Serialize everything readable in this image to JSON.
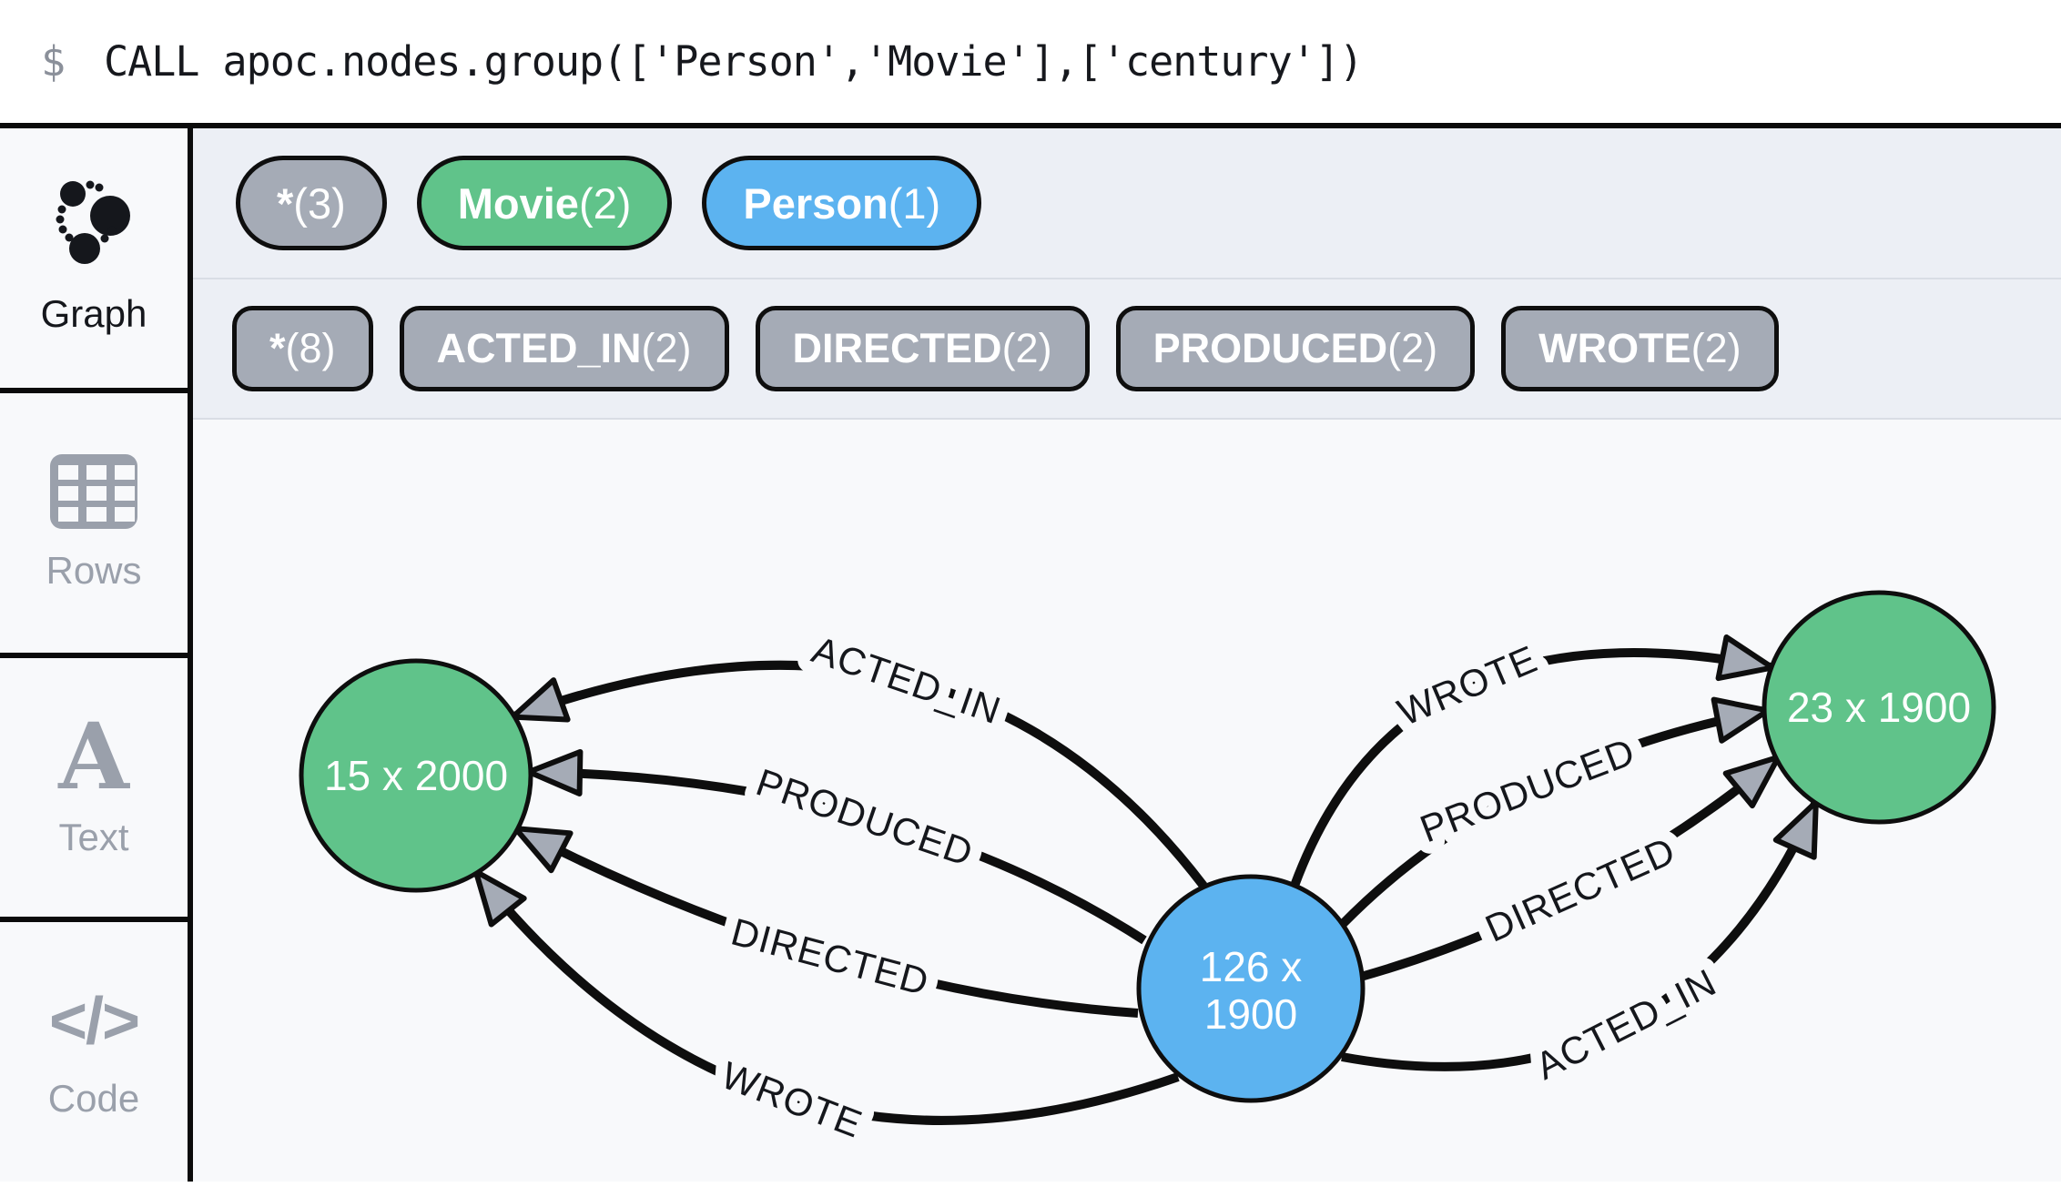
{
  "command_bar": {
    "prompt": "$",
    "query": "CALL apoc.nodes.group(['Person','Movie'],['century'])"
  },
  "sidebar": {
    "tabs": [
      {
        "label": "Graph",
        "icon": "neo4j-graph-icon",
        "active": true
      },
      {
        "label": "Rows",
        "icon": "table-grid-icon",
        "active": false
      },
      {
        "label": "Text",
        "icon": "letter-a-icon",
        "active": false
      },
      {
        "label": "Code",
        "icon": "code-brackets-icon",
        "active": false
      }
    ],
    "icons": {
      "text_glyph": "A",
      "code_glyph": "</>"
    }
  },
  "overview": {
    "node_labels": [
      {
        "name": "*",
        "count": "(3)",
        "color": "#a5abb6"
      },
      {
        "name": "Movie",
        "count": "(2)",
        "color": "#60c38a"
      },
      {
        "name": "Person",
        "count": "(1)",
        "color": "#5cb3f0"
      }
    ],
    "relationship_types": [
      {
        "name": "*",
        "count": "(8)"
      },
      {
        "name": "ACTED_IN",
        "count": "(2)"
      },
      {
        "name": "DIRECTED",
        "count": "(2)"
      },
      {
        "name": "PRODUCED",
        "count": "(2)"
      },
      {
        "name": "WROTE",
        "count": "(2)"
      }
    ],
    "relationship_color": "#a5abb6"
  },
  "graph": {
    "nodes": [
      {
        "lines": [
          "15 x 2000"
        ],
        "color": "#60c38a"
      },
      {
        "lines": [
          "126 x",
          "1900"
        ],
        "color": "#5cb3f0"
      },
      {
        "lines": [
          "23 x 1900"
        ],
        "color": "#60c38a"
      }
    ],
    "edges": [
      {
        "label": "ACTED_IN",
        "from": 1,
        "to": 0
      },
      {
        "label": "PRODUCED",
        "from": 1,
        "to": 0
      },
      {
        "label": "DIRECTED",
        "from": 1,
        "to": 0
      },
      {
        "label": "WROTE",
        "from": 1,
        "to": 0
      },
      {
        "label": "WROTE",
        "from": 1,
        "to": 2
      },
      {
        "label": "PRODUCED",
        "from": 1,
        "to": 2
      },
      {
        "label": "DIRECTED",
        "from": 1,
        "to": 2
      },
      {
        "label": "ACTED_IN",
        "from": 1,
        "to": 2
      }
    ]
  }
}
